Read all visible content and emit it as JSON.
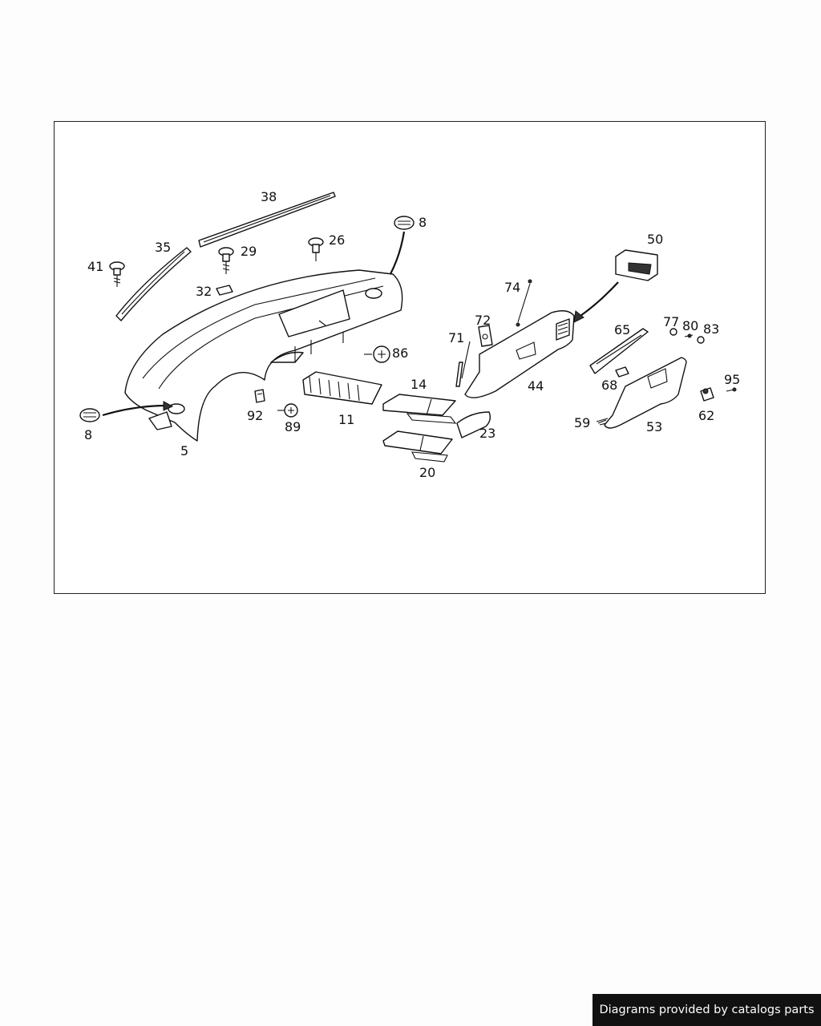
{
  "diagram": {
    "callouts": {
      "c38": "38",
      "c35": "35",
      "c41": "41",
      "c29": "29",
      "c26": "26",
      "c8_top": "8",
      "c32": "32",
      "c86": "86",
      "c92": "92",
      "c89": "89",
      "c11": "11",
      "c14": "14",
      "c20": "20",
      "c23": "23",
      "c8_left": "8",
      "c5": "5",
      "c74": "74",
      "c72": "72",
      "c71": "71",
      "c44": "44",
      "c50": "50",
      "c77": "77",
      "c80": "80",
      "c83": "83",
      "c65": "65",
      "c68": "68",
      "c95": "95",
      "c62": "62",
      "c59": "59",
      "c53": "53"
    }
  },
  "footer": {
    "credit": "Diagrams provided by catalogs parts"
  }
}
